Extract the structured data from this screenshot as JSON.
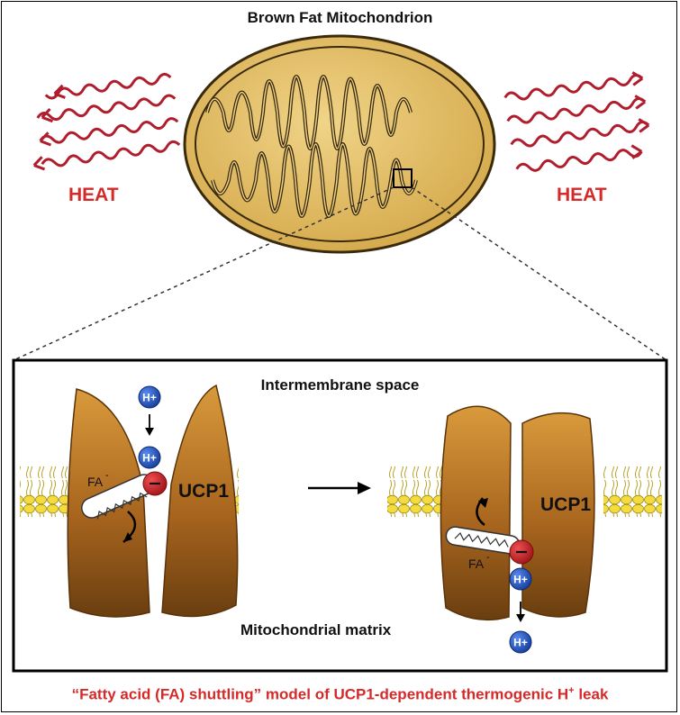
{
  "title": "Brown Fat Mitochondrion",
  "heat_left": "HEAT",
  "heat_right": "HEAT",
  "intermembrane": "Intermembrane space",
  "matrix": "Mitochondrial matrix",
  "ucp1_left": "UCP1",
  "ucp1_right": "UCP1",
  "fa_label": "FA",
  "fa_charge": "-",
  "proton": "H+",
  "caption": {
    "main": "“Fatty acid (FA) shuttling” model of UCP1-dependent thermogenic H",
    "sup": "+",
    "end": " leak"
  },
  "colors": {
    "heat_red": "#d42a2a",
    "mito_fill": "#e8c36a",
    "protein_brown": "#a0601e",
    "membrane_yellow": "#f2d83a",
    "proton_blue": "#1f4fb8",
    "anion_red": "#c8232a"
  }
}
